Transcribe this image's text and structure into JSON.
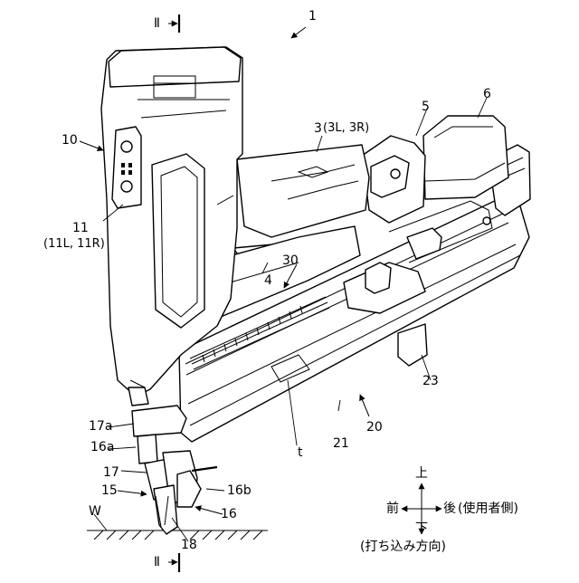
{
  "section_marks": {
    "top": "Ⅱ",
    "bottom": "Ⅱ"
  },
  "labels": {
    "n1": "1",
    "n3": "3",
    "n3_sub": "(3L, 3R)",
    "n4": "4",
    "n5": "5",
    "n6": "6",
    "n10": "10",
    "n11": "11",
    "n11_sub": "(11L, 11R)",
    "n15": "15",
    "n16": "16",
    "n16a": "16a",
    "n16b": "16b",
    "n17": "17",
    "n17a": "17a",
    "n18": "18",
    "n20": "20",
    "n21": "21",
    "n23": "23",
    "n30": "30",
    "t": "t",
    "W": "W"
  },
  "direction_legend": {
    "up": "上",
    "front": "前",
    "rear": "後",
    "rear_note": "(使用者側)",
    "down": "下",
    "down_note": "(打ち込み方向)"
  }
}
